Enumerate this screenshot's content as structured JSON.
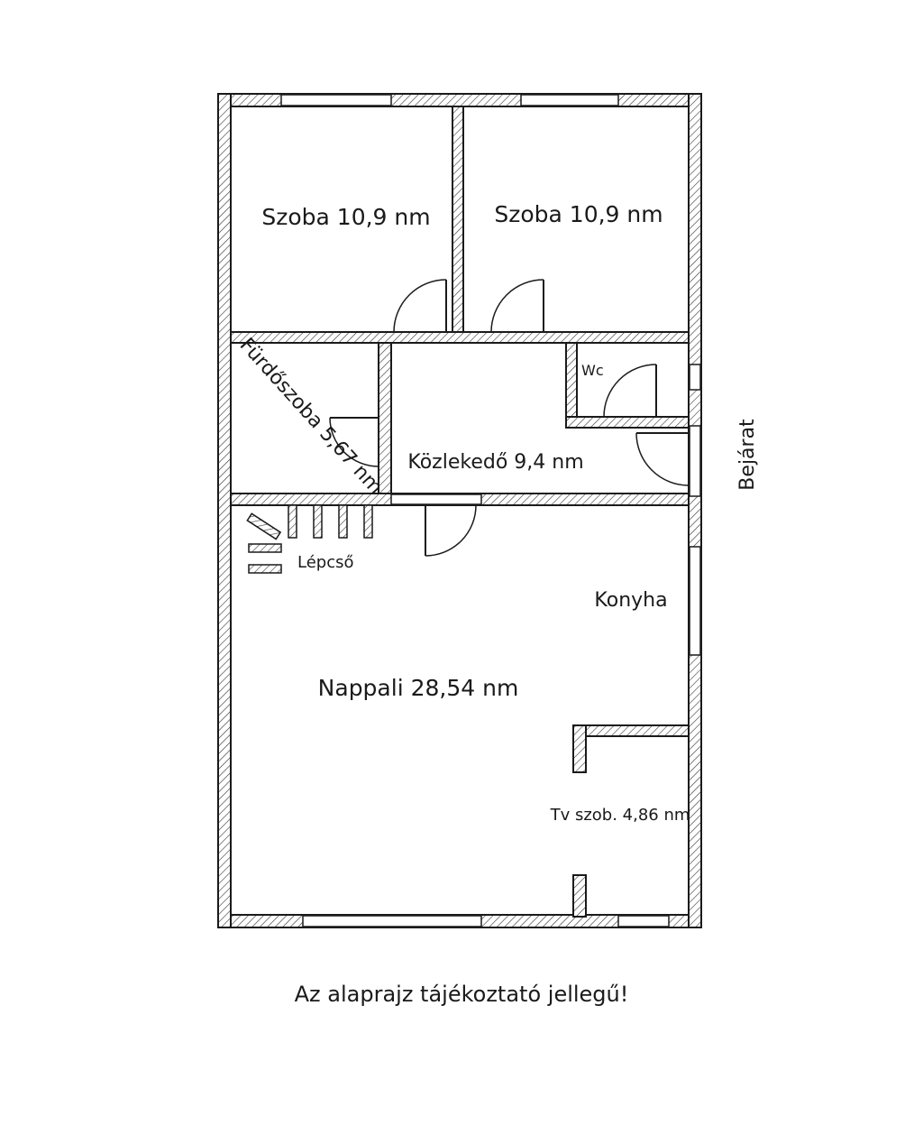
{
  "rooms": {
    "bedroom_1": "Szoba 10,9 nm",
    "bedroom_2": "Szoba 10,9 nm",
    "bathroom": "Fürdőszoba 5,67 nm",
    "wc": "Wc",
    "hallway": "Közlekedő 9,4 nm",
    "stairs": "Lépcső",
    "kitchen": "Konyha",
    "living_room": "Nappali 28,54 nm",
    "tv_room": "Tv szob. 4,86 nm"
  },
  "entrance": "Bejárat",
  "disclaimer": "Az alaprajz tájékoztató jellegű!"
}
